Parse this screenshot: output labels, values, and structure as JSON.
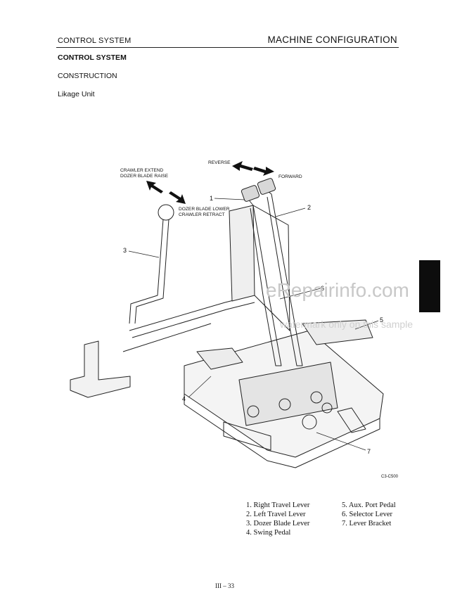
{
  "header": {
    "left": "CONTROL SYSTEM",
    "right": "MACHINE CONFIGURATION"
  },
  "section_title": "CONTROL SYSTEM",
  "subsection_title": "CONSTRUCTION",
  "unit_title": "Likage Unit",
  "figure": {
    "labels": {
      "reverse": "REVERSE",
      "forward": "FORWARD",
      "crawler_extend": "CRAWLER EXTEND",
      "dozer_blade_raise": "DOZER BLADE RAISE",
      "dozer_blade_lower": "DOZER BLADE LOWER",
      "crawler_retract": "CRAWLER RETRACT"
    },
    "callouts": [
      "1",
      "2",
      "3",
      "4",
      "5",
      "6",
      "7"
    ],
    "code": "C3-C500"
  },
  "watermark": {
    "main": "eRepairinfo.com",
    "sub": "watermark only on this sample"
  },
  "parts_list": [
    "1.  Right Travel Lever",
    "2.  Left Travel Lever",
    "3.  Dozer Blade Lever",
    "4.  Swing Pedal",
    "5.  Aux. Port Pedal",
    "6.  Selector Lever",
    "7.  Lever Bracket"
  ],
  "page_number": "III – 33"
}
